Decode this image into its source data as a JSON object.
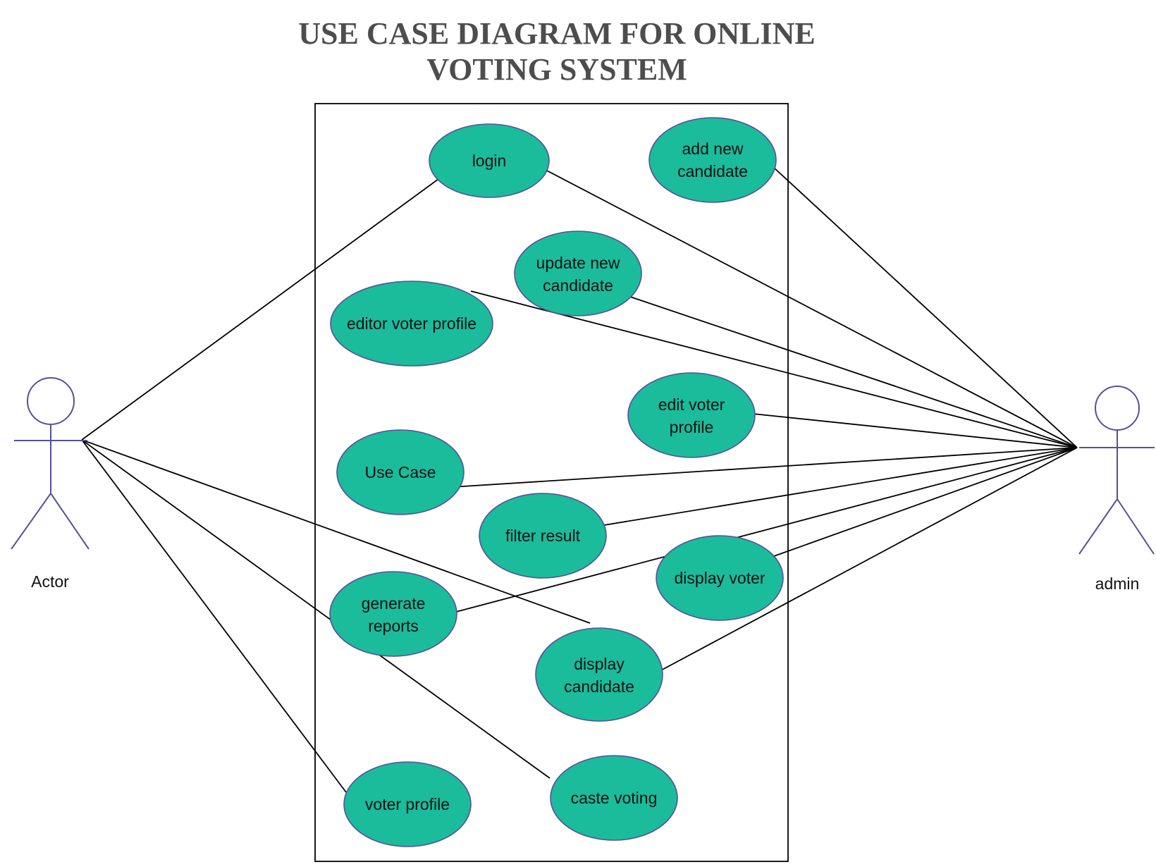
{
  "title": {
    "line1": "USE CASE DIAGRAM FOR ONLINE",
    "line2": "VOTING SYSTEM"
  },
  "colors": {
    "use_case_fill": "#1abc9c",
    "use_case_stroke": "#56509a",
    "actor_stroke": "#56509a",
    "title_color": "#4d4d4d"
  },
  "actors": {
    "user": {
      "label": "Actor"
    },
    "admin": {
      "label": "admin"
    }
  },
  "use_cases": {
    "login": {
      "lines": [
        "login"
      ]
    },
    "add_new_candidate": {
      "lines": [
        "add new",
        "candidate"
      ]
    },
    "update_new_candidate": {
      "lines": [
        "update new",
        "candidate"
      ]
    },
    "editor_voter_profile": {
      "lines": [
        "editor voter profile"
      ]
    },
    "edit_voter_profile": {
      "lines": [
        "edit voter",
        "profile"
      ]
    },
    "use_case": {
      "lines": [
        "Use Case"
      ]
    },
    "filter_result": {
      "lines": [
        "filter result"
      ]
    },
    "display_voter": {
      "lines": [
        "display voter"
      ]
    },
    "generate_reports": {
      "lines": [
        "generate",
        "reports"
      ]
    },
    "display_candidate": {
      "lines": [
        "display",
        "candidate"
      ]
    },
    "voter_profile": {
      "lines": [
        "voter profile"
      ]
    },
    "caste_voting": {
      "lines": [
        "caste voting"
      ]
    }
  },
  "associations": [
    {
      "actor": "user",
      "use_case": "login"
    },
    {
      "actor": "user",
      "use_case": "display_candidate"
    },
    {
      "actor": "user",
      "use_case": "caste_voting"
    },
    {
      "actor": "user",
      "use_case": "voter_profile"
    },
    {
      "actor": "admin",
      "use_case": "login"
    },
    {
      "actor": "admin",
      "use_case": "add_new_candidate"
    },
    {
      "actor": "admin",
      "use_case": "update_new_candidate"
    },
    {
      "actor": "admin",
      "use_case": "editor_voter_profile"
    },
    {
      "actor": "admin",
      "use_case": "edit_voter_profile"
    },
    {
      "actor": "admin",
      "use_case": "use_case"
    },
    {
      "actor": "admin",
      "use_case": "filter_result"
    },
    {
      "actor": "admin",
      "use_case": "generate_reports"
    },
    {
      "actor": "admin",
      "use_case": "display_voter"
    },
    {
      "actor": "admin",
      "use_case": "display_candidate"
    }
  ]
}
